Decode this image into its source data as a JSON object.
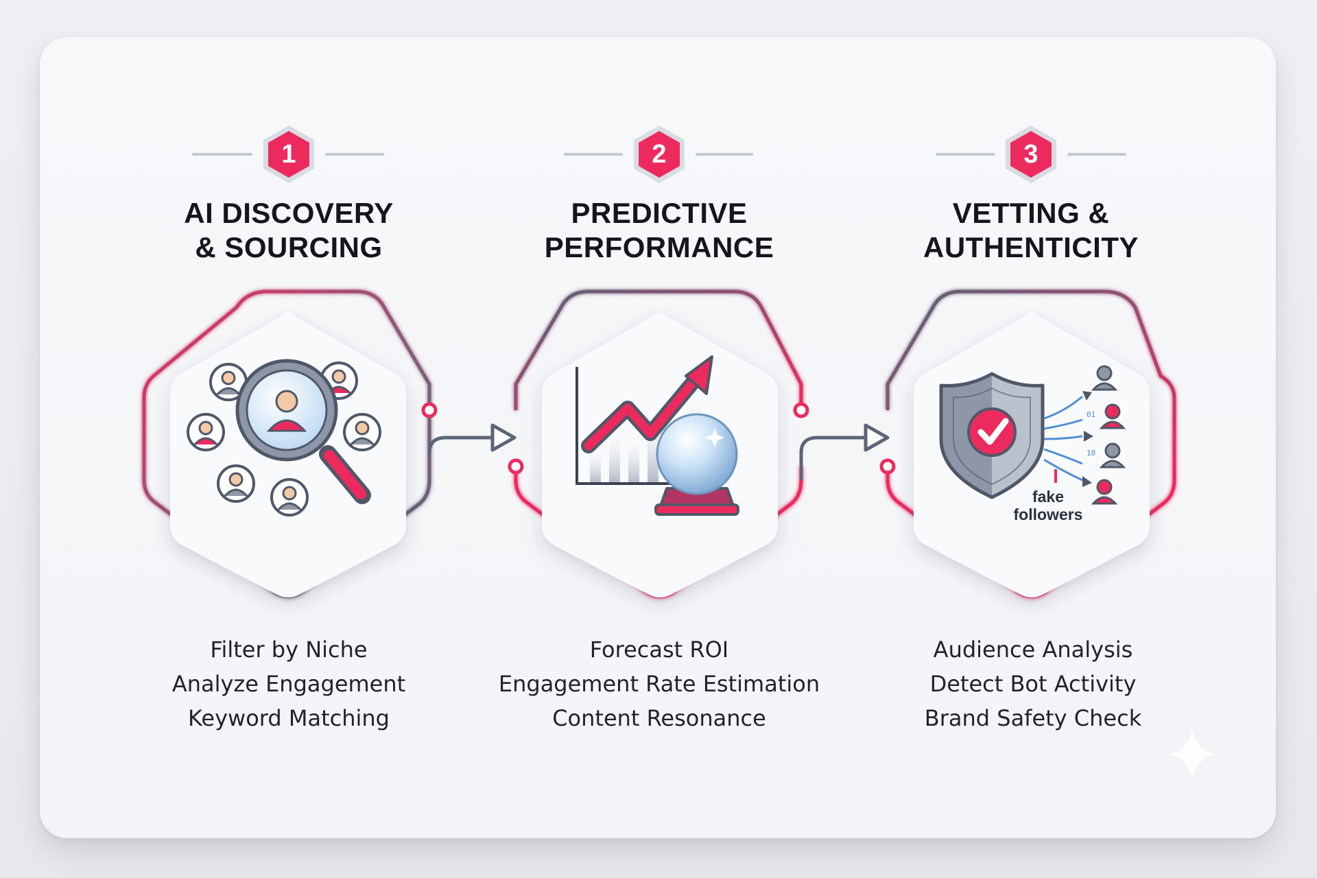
{
  "steps": [
    {
      "number": "1",
      "title_lines": [
        "AI DISCOVERY",
        "& SOURCING"
      ],
      "bullets": [
        "Filter by Niche",
        "Analyze Engagement",
        "Keyword Matching"
      ],
      "icon": "magnifier-people-icon"
    },
    {
      "number": "2",
      "title_lines": [
        "PREDICTIVE",
        "PERFORMANCE"
      ],
      "bullets": [
        "Forecast ROI",
        "Engagement Rate Estimation",
        "Content Resonance"
      ],
      "icon": "growth-chart-crystal-ball-icon"
    },
    {
      "number": "3",
      "title_lines": [
        "VETTING &",
        "AUTHENTICITY"
      ],
      "bullets": [
        "Audience Analysis",
        "Detect Bot Activity",
        "Brand Safety Check"
      ],
      "icon": "shield-check-icon",
      "icon_label_lines": [
        "fake",
        "followers"
      ]
    }
  ],
  "colors": {
    "accent": "#ec2a5e",
    "slate": "#5b6577",
    "text": "#14161c"
  }
}
